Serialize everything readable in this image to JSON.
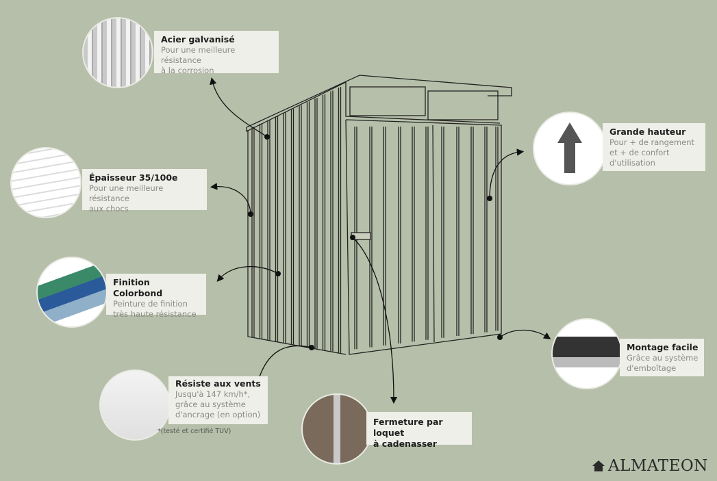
{
  "callouts": [
    {
      "title": "Acier galvanisé",
      "desc": [
        "Pour une meilleure résistance",
        "à la corrosion"
      ]
    },
    {
      "title": "Épaisseur 35/100e",
      "desc": [
        "Pour une meilleure résistance",
        "aux chocs"
      ]
    },
    {
      "title": "Finition Colorbond",
      "desc": [
        "Peinture de finition",
        "très haute résistance"
      ]
    },
    {
      "title": "Résiste aux vents",
      "desc": [
        "Jusqu'à 147 km/h*,",
        "grâce au système",
        "d'ancrage (en option)"
      ]
    },
    {
      "title": "Fermeture par loquet",
      "title2": "à cadenasser"
    },
    {
      "title": "Grande hauteur",
      "desc": [
        "Pour + de rangement",
        "et + de confort",
        "d'utilisation"
      ]
    },
    {
      "title": "Montage facile",
      "desc": [
        "Grâce au système",
        "d'emboîtage"
      ]
    }
  ],
  "footnote": "*(testé et certifié TUV)",
  "brand": "ALMATEON",
  "colors": {
    "background": "#b6bfa9",
    "box": "#efefe9",
    "line": "#1a1a1a"
  }
}
